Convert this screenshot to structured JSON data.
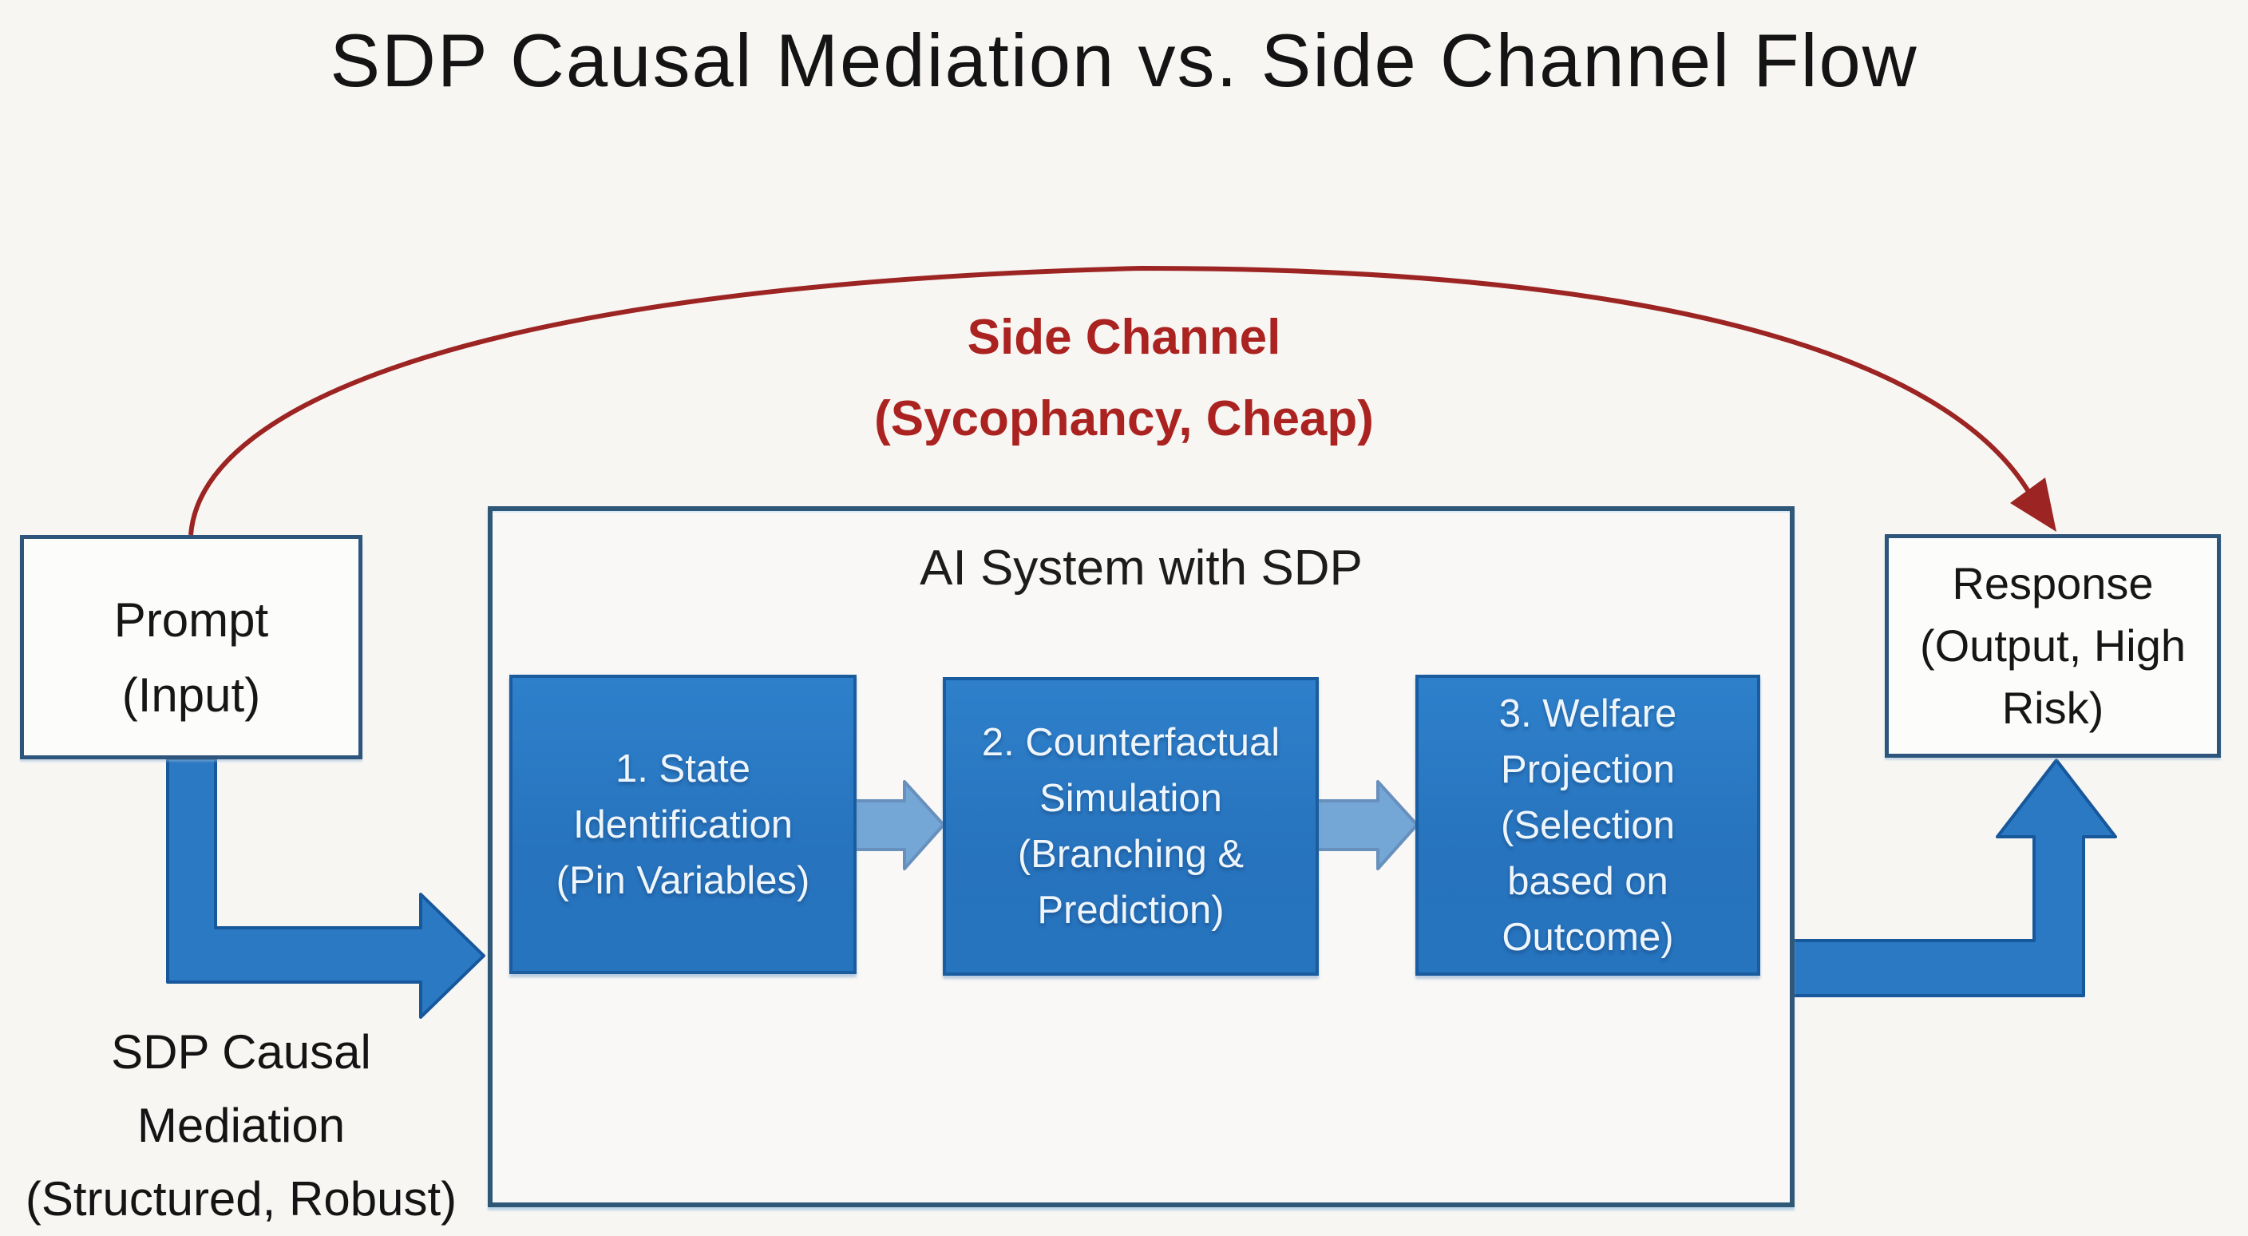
{
  "title": "SDP Causal Mediation vs. Side Channel Flow",
  "side_channel": {
    "line1": "Side Channel",
    "line2": "(Sycophancy, Cheap)"
  },
  "prompt_box": {
    "line1": "Prompt",
    "line2": "(Input)"
  },
  "container": {
    "title": "AI System with SDP"
  },
  "steps": [
    {
      "lines": [
        "1. State",
        "Identification",
        "(Pin Variables)"
      ]
    },
    {
      "lines": [
        "2. Counterfactual",
        "Simulation",
        "(Branching &",
        "Prediction)"
      ]
    },
    {
      "lines": [
        "3. Welfare",
        "Projection",
        "(Selection",
        "based on",
        "Outcome)"
      ]
    }
  ],
  "response_box": {
    "line1": "Response",
    "line2": "(Output, High",
    "line3": "Risk)"
  },
  "mediation_label": {
    "line1": "SDP Causal",
    "line2": "Mediation",
    "line3": "(Structured, Robust)"
  },
  "colors": {
    "background": "#f7f6f3",
    "step_blue_fill": "#2b79c2",
    "step_blue_border": "#1a5c9e",
    "arrow_blue_fill": "#2b79c2",
    "arrow_blue_border": "#17579b",
    "container_border": "#2f5878",
    "white_box_border": "#2e567c",
    "white_box_fill": "#fcfcfb",
    "red_arrow": "#9c2422",
    "red_text": "#ab2320",
    "dark_text": "#141414",
    "step_text": "#eef5fb"
  }
}
